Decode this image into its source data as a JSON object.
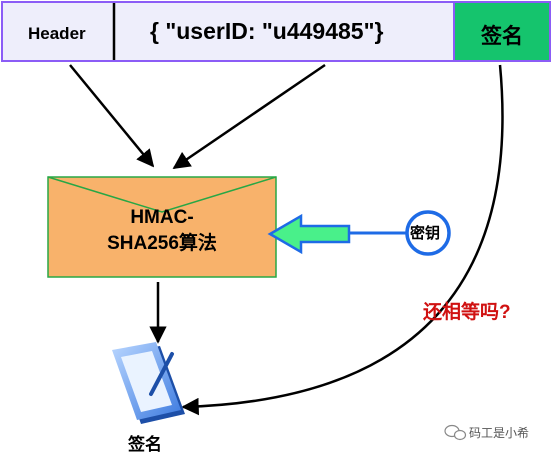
{
  "jwt": {
    "header_label": "Header",
    "payload_label": "{ \"userID:  \"u449485\"}",
    "signature_label": "签名"
  },
  "algorithm": {
    "line1": "HMAC-",
    "line2": "SHA256算法"
  },
  "secret_key_label": "密钥",
  "comparison_question": "还相等吗?",
  "output_signature_label": "签名",
  "watermark": "码工是小希",
  "colors": {
    "jwt_bar_fill": "#eeeefb",
    "jwt_bar_border": "#8b5cf6",
    "signature_fill": "#15c46d",
    "envelope_fill": "#f8b26b",
    "envelope_border": "#28a745",
    "key_arrow": "#1e6be6",
    "big_arrow": "#49f08a",
    "question_text": "#d01111"
  }
}
